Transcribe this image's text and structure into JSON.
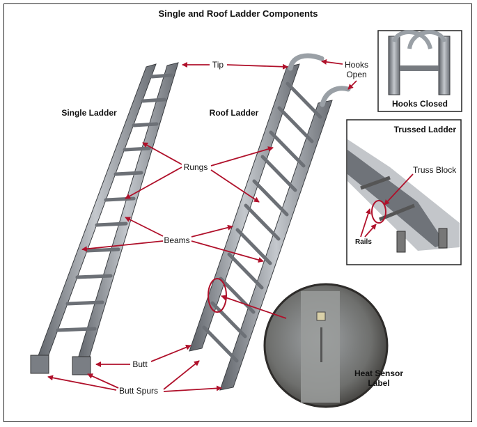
{
  "title": "Single and Roof Ladder Components",
  "labels": {
    "single_ladder": "Single Ladder",
    "roof_ladder": "Roof Ladder",
    "tip": "Tip",
    "hooks_open_1": "Hooks",
    "hooks_open_2": "Open",
    "rungs": "Rungs",
    "beams": "Beams",
    "butt": "Butt",
    "butt_spurs": "Butt Spurs",
    "heat_sensor_1": "Heat Sensor",
    "heat_sensor_2": "Label",
    "hooks_closed": "Hooks Closed",
    "trussed_ladder": "Trussed Ladder",
    "truss_block": "Truss Block",
    "rails": "Rails"
  },
  "colors": {
    "arrow": "#b0112b",
    "metal": "#8e939a",
    "metal_dark": "#55595e"
  }
}
